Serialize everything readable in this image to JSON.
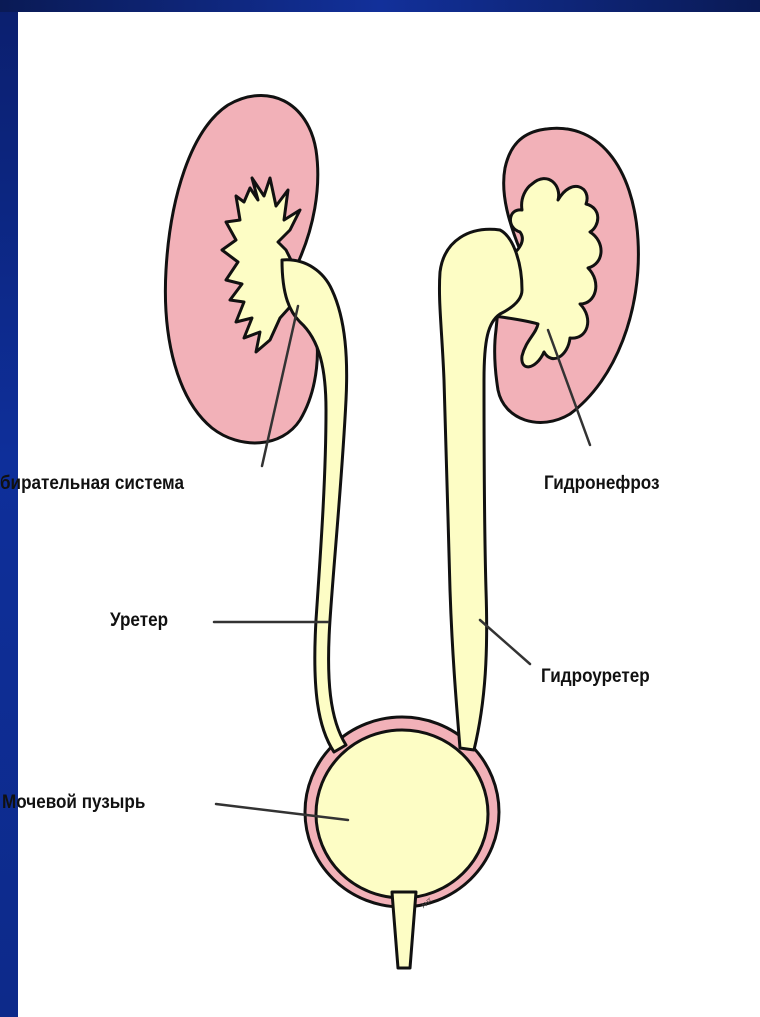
{
  "labels": {
    "collecting_system": "бирательная система",
    "hydronephrosis": "Гидронефроз",
    "ureter": "Уретер",
    "hydroureter": "Гидроуретер",
    "bladder": "Мочевой пузырь"
  },
  "colors": {
    "frame_blue": "#0d2a8a",
    "kidney_pink": "#f2b1b8",
    "fluid_yellow": "#fdfdc5",
    "outline": "#111111"
  }
}
